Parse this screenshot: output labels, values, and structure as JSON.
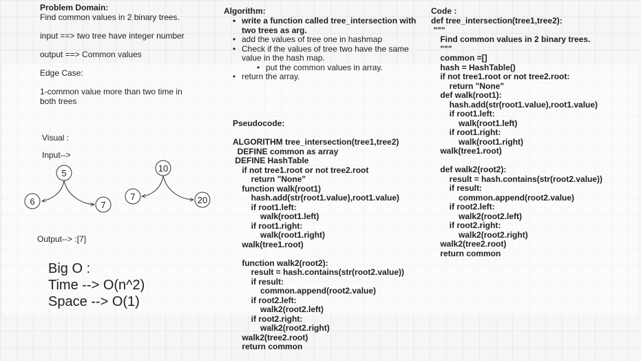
{
  "problem": {
    "heading": "Problem Domain:",
    "description": "Find common values in 2 binary trees.",
    "input": "input ==> two tree have integer number",
    "output": "output ==> Common values",
    "edge_case_heading": "Edge Case:",
    "edge_case_line1": "1-common value more than two time in",
    "edge_case_line2": "both trees"
  },
  "visual": {
    "label": "Visual :",
    "input_label": "Input-->",
    "output_label": "Output--> :[7]",
    "tree1": {
      "root": "5",
      "left": "6",
      "right": "7"
    },
    "tree2": {
      "root": "10",
      "left": "7",
      "right": "20"
    }
  },
  "big_o": {
    "title": "Big O :",
    "time": "Time -->  O(n^2)",
    "space": "Space --> O(1)"
  },
  "algorithm": {
    "heading": "Algorithm:",
    "step1_line1": "write a function called tree_intersection with",
    "step1_line2": "two trees as arg.",
    "step2": "add the values of tree one in hashmap",
    "step3_line1": "Check if the values of tree two have the same",
    "step3_line2": "value in the hash map.",
    "step3_sub": "put the common values in array.",
    "step4": "return the array."
  },
  "pseudocode": {
    "heading": "Pseudocode:",
    "lines": [
      "ALGORITHM tree_intersection(tree1,tree2)",
      "  DEFINE common as array",
      " DEFINE HashTable",
      "    if not tree1.root or not tree2.root",
      "        return \"None\"",
      "    function walk(root1)",
      "        hash.add(str(root1.value),root1.value)",
      "        if root1.left:",
      "            walk(root1.left)",
      "        if root1.right:",
      "            walk(root1.right)",
      "    walk(tree1.root)",
      "",
      "    function walk2(root2):",
      "        result = hash.contains(str(root2.value))",
      "        if result:",
      "            common.append(root2.value)",
      "        if root2.left:",
      "            walk2(root2.left)",
      "        if root2.right:",
      "            walk2(root2.right)",
      "    walk2(tree2.root)",
      "    return common"
    ]
  },
  "code": {
    "heading": "Code :",
    "lines": [
      "def tree_intersection(tree1,tree2):",
      " \"\"\"",
      "    Find common values in 2 binary trees.",
      "    \"\"\"",
      "    common =[]",
      "    hash = HashTable()",
      "    if not tree1.root or not tree2.root:",
      "        return \"None\"",
      "    def walk(root1):",
      "        hash.add(str(root1.value),root1.value)",
      "        if root1.left:",
      "            walk(root1.left)",
      "        if root1.right:",
      "            walk(root1.right)",
      "    walk(tree1.root)",
      "",
      "    def walk2(root2):",
      "        result = hash.contains(str(root2.value))",
      "        if result:",
      "            common.append(root2.value)",
      "        if root2.left:",
      "            walk2(root2.left)",
      "        if root2.right:",
      "            walk2(root2.right)",
      "    walk2(tree2.root)",
      "    return common"
    ]
  }
}
